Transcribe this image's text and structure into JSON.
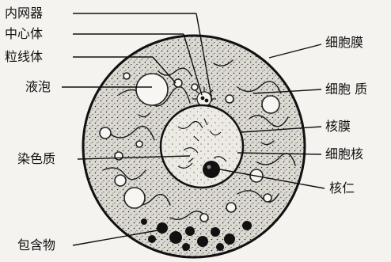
{
  "diagram": {
    "colors": {
      "ink": "#111111",
      "paper": "#f4f3ef",
      "cytoplasm": "#d9d7cf",
      "nucleus": "#ebe9e2"
    },
    "labels_left": [
      {
        "key": "ribosome",
        "text": "内网器"
      },
      {
        "key": "centrosome",
        "text": "中心体"
      },
      {
        "key": "mitochondria",
        "text": "粒线体"
      },
      {
        "key": "vacuole",
        "text": "液泡"
      },
      {
        "key": "chromatin",
        "text": "染色质"
      },
      {
        "key": "inclusion",
        "text": "包含物"
      }
    ],
    "labels_right": [
      {
        "key": "cell_membrane",
        "text": "细胞膜"
      },
      {
        "key": "cytoplasm",
        "text": "细胞 质"
      },
      {
        "key": "nuclear_membrane",
        "text": "核膜"
      },
      {
        "key": "nucleus",
        "text": "细胞核"
      },
      {
        "key": "nucleolus",
        "text": "核仁"
      }
    ]
  }
}
